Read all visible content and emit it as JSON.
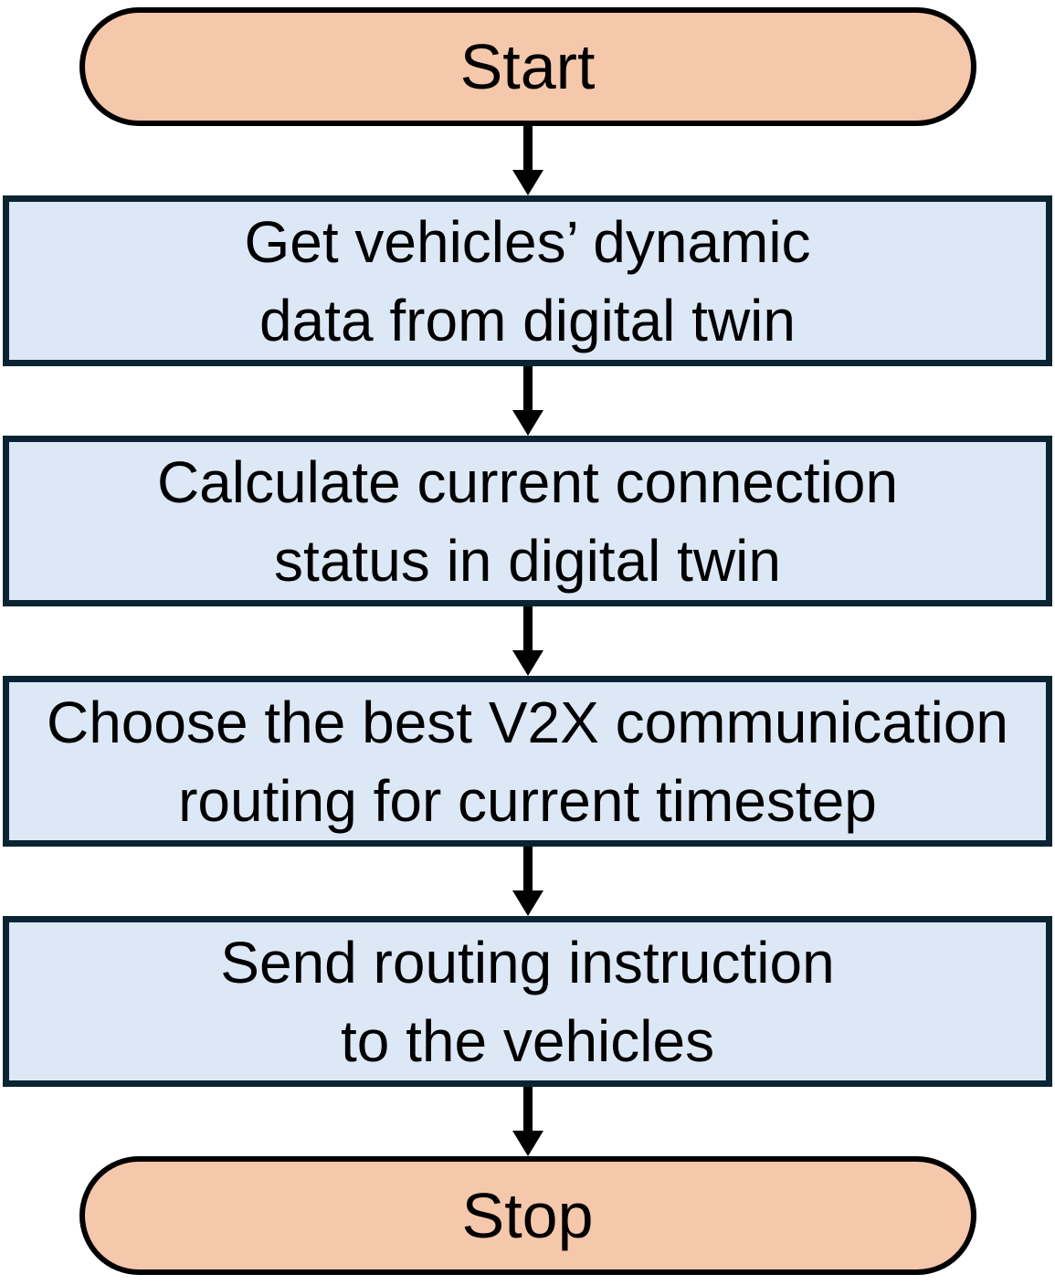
{
  "diagram_type": "flowchart",
  "colors": {
    "terminator-fill": "#F5C8AC",
    "terminator-border": "#000000",
    "process-fill": "#DCE8F6",
    "process-border": "#0B2433",
    "arrow": "#000000",
    "text": "#000000",
    "background": "#FFFFFF"
  },
  "nodes": [
    {
      "id": "start",
      "type": "terminator",
      "label": "Start"
    },
    {
      "id": "get-data",
      "type": "process",
      "line1": "Get vehicles’ dynamic",
      "line2": "data from digital twin"
    },
    {
      "id": "calc-status",
      "type": "process",
      "line1": "Calculate current connection",
      "line2": "status in digital twin"
    },
    {
      "id": "choose-routing",
      "type": "process",
      "line1": "Choose the best V2X communication",
      "line2": "routing for current timestep"
    },
    {
      "id": "send-instruction",
      "type": "process",
      "line1": "Send routing instruction",
      "line2": "to the vehicles"
    },
    {
      "id": "stop",
      "type": "terminator",
      "label": "Stop"
    }
  ],
  "edges": [
    {
      "from": "start",
      "to": "get-data"
    },
    {
      "from": "get-data",
      "to": "calc-status"
    },
    {
      "from": "calc-status",
      "to": "choose-routing"
    },
    {
      "from": "choose-routing",
      "to": "send-instruction"
    },
    {
      "from": "send-instruction",
      "to": "stop"
    }
  ]
}
